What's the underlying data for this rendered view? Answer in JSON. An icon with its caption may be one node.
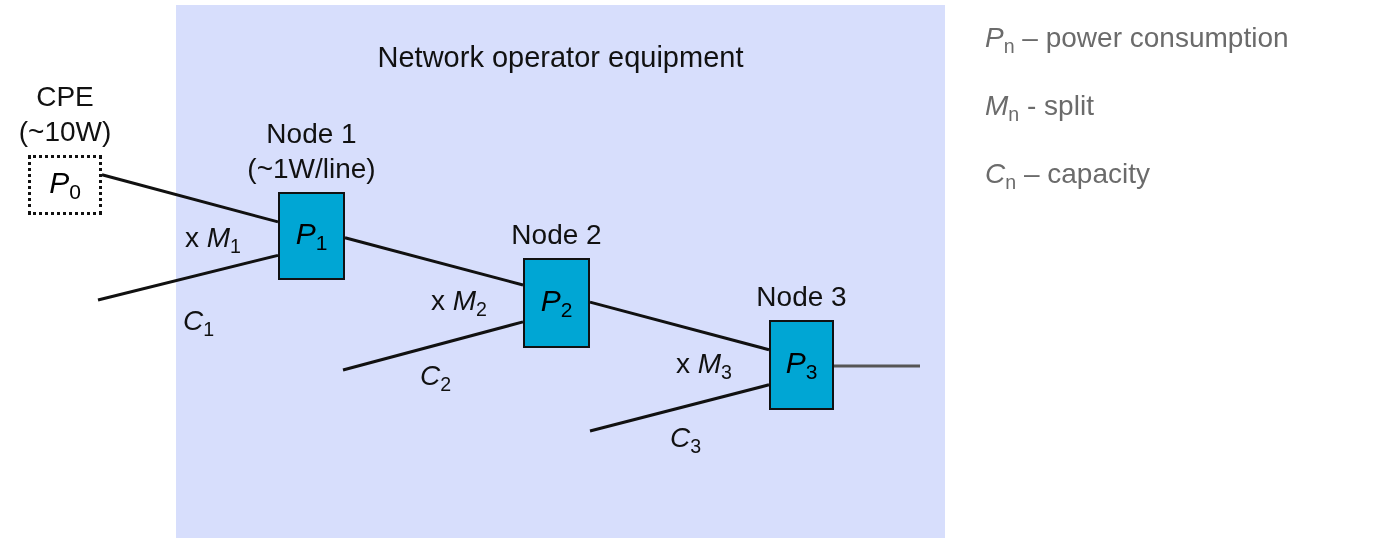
{
  "diagram": {
    "nodes": [
      {
        "text": [
          "Network operator equipment"
        ]
      },
      {
        "text": [
          "CPE (~10W)",
          "*P*$_{0}$"
        ]
      },
      {
        "text": [
          "Node 1 (~1W/line)",
          "*P*$_{1}$"
        ],
        "in": 0
      },
      {
        "text": [
          "Node 2",
          "*P*$_{2}$"
        ],
        "in": 0
      },
      {
        "text": [
          "Node 3",
          "*P*$_{3}$"
        ],
        "in": 0
      }
    ],
    "edges": [
      {
        "from": 1,
        "to": 2,
        "arrow": "none"
      },
      {
        "from": null,
        "to": 2,
        "arrow": "none"
      },
      {
        "from": 2,
        "to": 3,
        "arrow": "none"
      },
      {
        "from": null,
        "to": 3,
        "arrow": "none"
      },
      {
        "from": 3,
        "to": 4,
        "arrow": "none"
      },
      {
        "from": null,
        "to": 4,
        "arrow": "none"
      },
      {
        "from": 4,
        "to": null,
        "arrow": "none",
        "color": "#555555"
      }
    ],
    "labels": [
      "x *M*$_{1}$",
      "*C*$_{1}$",
      "x *M*$_{2}$",
      "*C*$_{2}$",
      "x *M*$_{3}$",
      "*C*$_{3}$",
      "*P*$_{n}$ – power consumption",
      "*M*$_{n}$ - split",
      "*C*$_{n}$ – capacity"
    ]
  }
}
